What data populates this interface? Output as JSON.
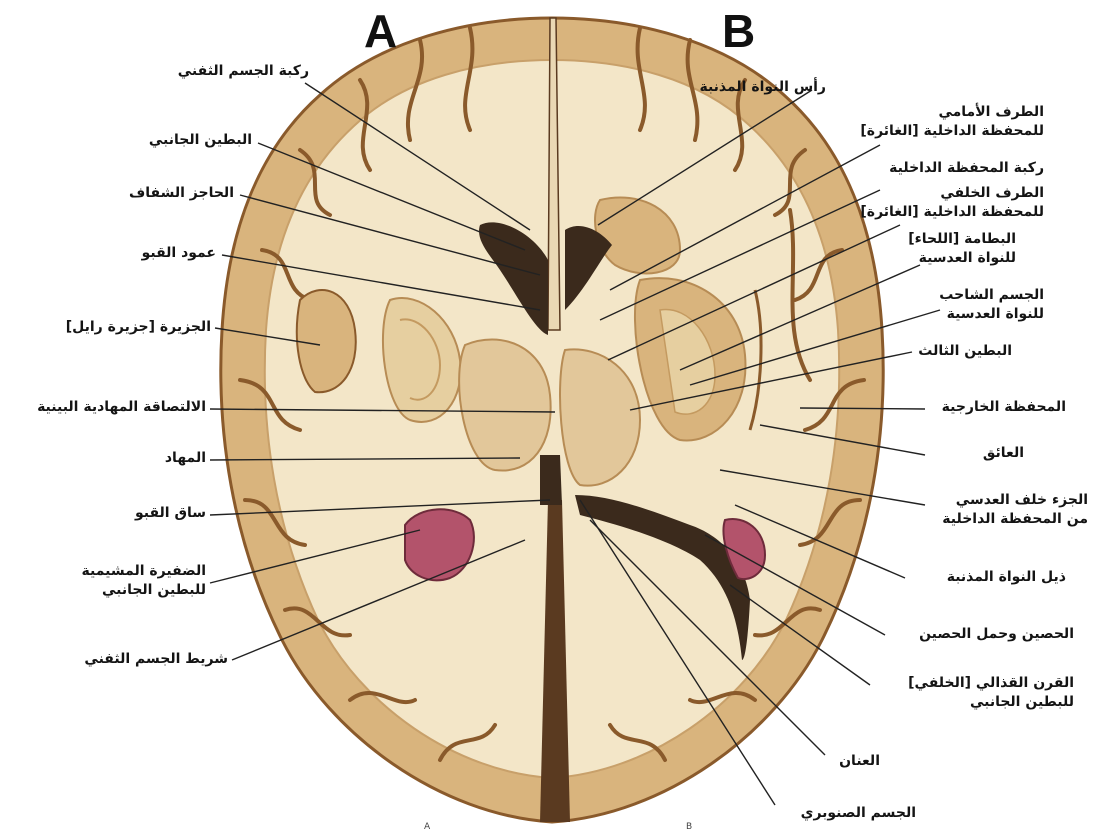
{
  "figure": {
    "panel_a": "A",
    "panel_b": "B",
    "caption_a": "A",
    "caption_b": "B",
    "colors": {
      "white_matter": "#f3e6c8",
      "gray_matter": "#d9b47d",
      "cortex_edge": "#8a5a2b",
      "ventricle": "#3b2a1c",
      "choroid": "#b3536b",
      "fissure": "#5a3a20",
      "leader": "#222222"
    }
  },
  "labels_left": [
    {
      "text": "ركبة الجسم الثفني"
    },
    {
      "text": "البطين الجانبي"
    },
    {
      "text": "الحاجز الشفاف"
    },
    {
      "text": "عمود القبو"
    },
    {
      "text": "الجزيرة [جزيرة رايل]"
    },
    {
      "text": "الالتصاقة المهادية البينية"
    },
    {
      "text": "المهاد"
    },
    {
      "text": "ساق القبو"
    },
    {
      "lines": [
        "الضفيرة المشيمية",
        "للبطين الجانبي"
      ]
    },
    {
      "text": "شريط الجسم الثفني"
    }
  ],
  "labels_right": [
    {
      "text": "رأس النواة المذنبة"
    },
    {
      "lines": [
        "الطرف الأمامي",
        "للمحفظة الداخلية [الغائرة]"
      ]
    },
    {
      "text": "ركبة المحفظة الداخلية"
    },
    {
      "lines": [
        "الطرف الخلفي",
        "للمحفظة الداخلية [الغائرة]"
      ]
    },
    {
      "lines": [
        "البطامة [اللحاء]",
        "للنواة العدسية"
      ]
    },
    {
      "lines": [
        "الجسم الشاحب",
        "للنواة العدسية"
      ]
    },
    {
      "text": "البطين الثالث"
    },
    {
      "text": "المحفظة الخارجية"
    },
    {
      "text": "العائق"
    },
    {
      "lines": [
        "الجزء خلف العدسي",
        "من المحفظة الداخلية"
      ]
    },
    {
      "text": "ذيل النواة المذنبة"
    },
    {
      "text": "الحصين وحمل الحصين"
    },
    {
      "lines": [
        "القرن القذالي [الخلفي]",
        "للبطين الجانبي"
      ]
    },
    {
      "text": "العنان"
    },
    {
      "text": "الجسم الصنوبري"
    }
  ]
}
